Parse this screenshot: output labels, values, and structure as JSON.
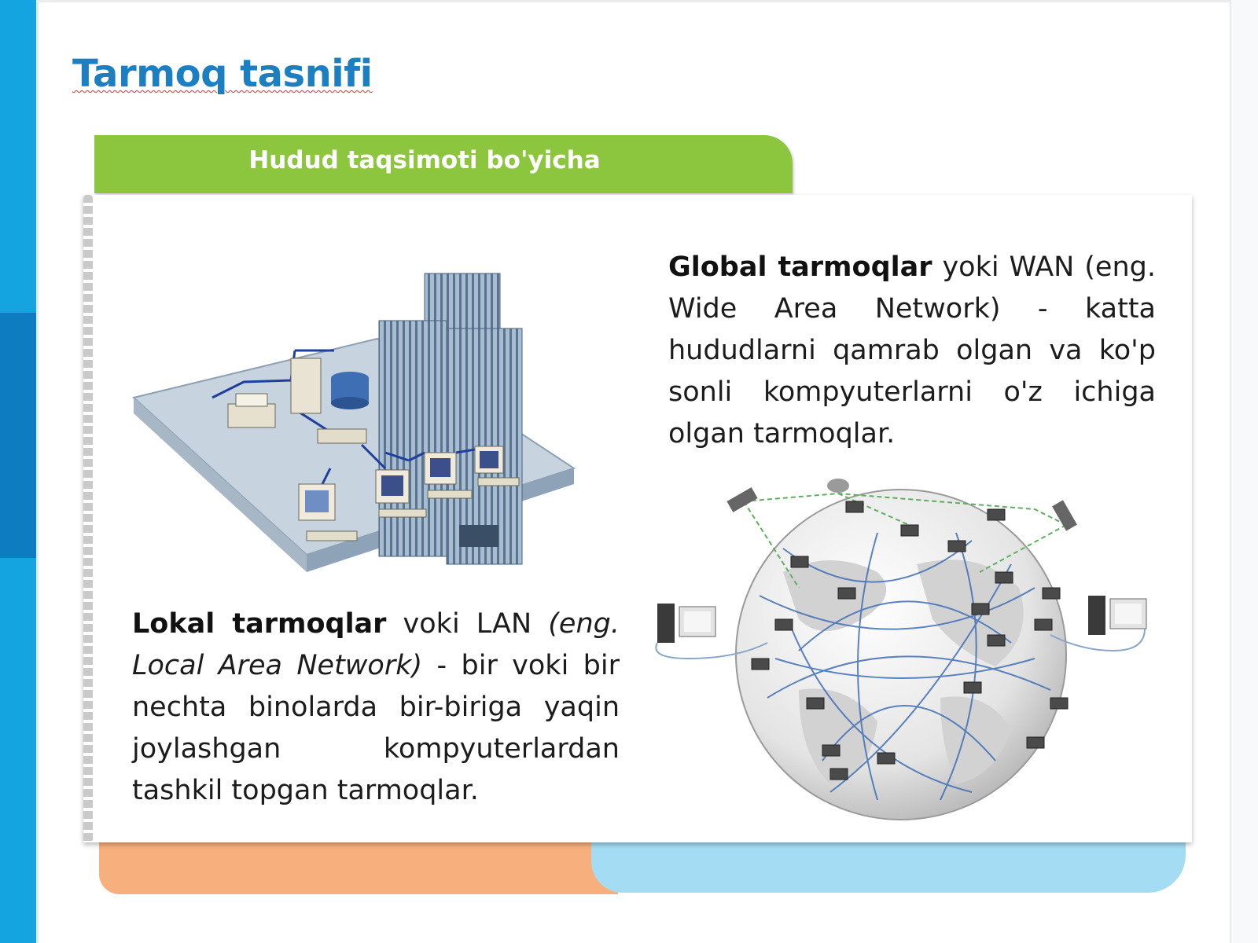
{
  "slide": {
    "title": "Tarmoq tasnifi",
    "header": "Hudud taqsimoti bo'yicha"
  },
  "lan": {
    "term": "Lokal tarmoqlar",
    "connector": "voki LAN",
    "english": "(eng. Local Area Network)",
    "definition": "- bir voki bir nechta binolarda bir-biriga yaqin joylashgan kompyuterlardan tashkil topgan tarmoqlar."
  },
  "wan": {
    "term": "Global tarmoqlar",
    "definition": "yoki WAN (eng. Wide Area Network) - katta hududlarni qamrab olgan va ko'p sonli kompyuterlarni o'z ichiga olgan tarmoqlar."
  },
  "colors": {
    "left_bar": "#14a5e0",
    "title": "#1b7fc2",
    "header_bg": "#8cc63f",
    "bottom_left": "#f7b07d",
    "bottom_right": "#a4ddf3"
  },
  "icons": [
    "lan-building-illustration",
    "wan-globe-illustration"
  ]
}
